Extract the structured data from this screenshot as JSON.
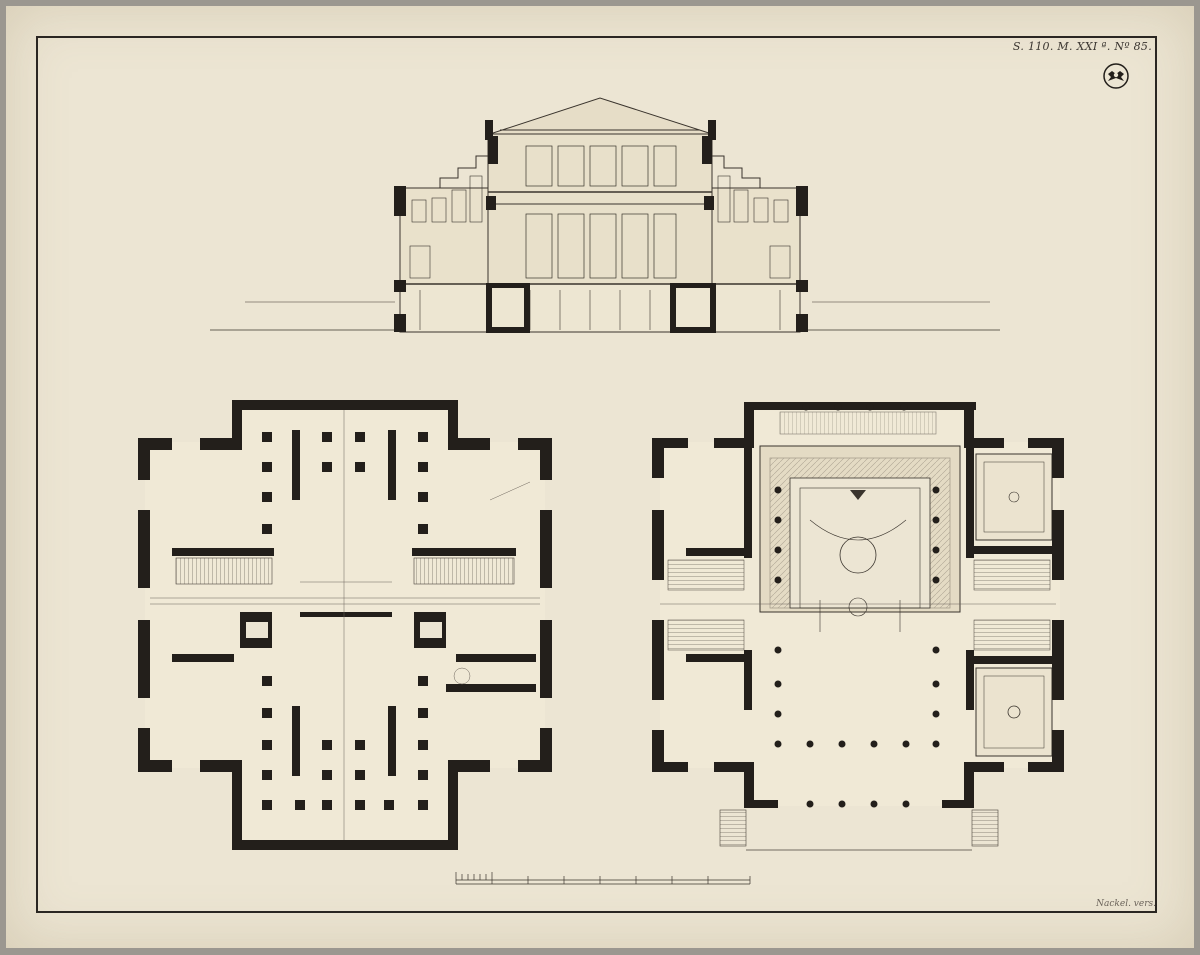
{
  "sheet": {
    "shelfmark": "S. 110. M. XXI ª. Nº 85.",
    "signature": "Nackel. vers."
  },
  "drawings": {
    "section": "building-cross-section-elevation",
    "plan_left": "ground-floor-plan",
    "plan_right": "upper-floor-plan-with-ceiling",
    "scale_bar": "scale-bar"
  },
  "colors": {
    "paper": "#ece5d3",
    "ink": "#231f1b",
    "fine_line": "#4a433b",
    "shade": "#d8cfb8"
  }
}
